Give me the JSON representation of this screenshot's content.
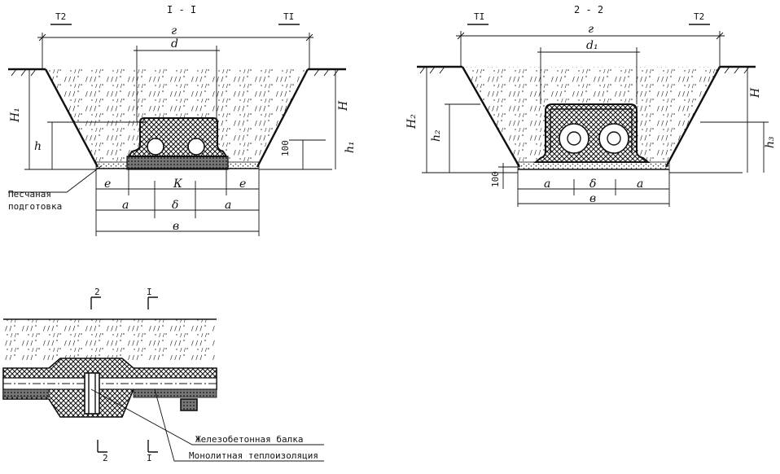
{
  "section1": {
    "title": "I - I",
    "cut_left": "T2",
    "cut_right": "TI",
    "dims": {
      "top": "г",
      "upper": "d",
      "left_total": "H₁",
      "left_h": "h",
      "right_total": "H",
      "right_h": "h₁",
      "right_small": "100",
      "row1_e_left": "e",
      "row1_k": "К",
      "row1_e_right": "e",
      "row2_a_left": "a",
      "row2_b": "δ",
      "row2_a_right": "a",
      "row3": "в"
    },
    "callout": [
      "Песчаная",
      "подготовка"
    ]
  },
  "section2": {
    "title": "2 - 2",
    "cut_left": "TI",
    "cut_right": "T2",
    "dims": {
      "top": "г",
      "upper": "d₁",
      "left_total": "H₂",
      "left_h": "h₂",
      "left_small": "100",
      "right_total": "H",
      "right_h": "h₃",
      "row1_a_left": "a",
      "row1_b": "δ",
      "row1_a_right": "a",
      "row2": "в"
    }
  },
  "plan": {
    "cut_top_left": "2",
    "cut_top_right": "I",
    "cut_bottom_left": "2",
    "cut_bottom_right": "I",
    "legend": [
      "Железобетонная балка",
      "Монолитная теплоизоляция"
    ]
  }
}
